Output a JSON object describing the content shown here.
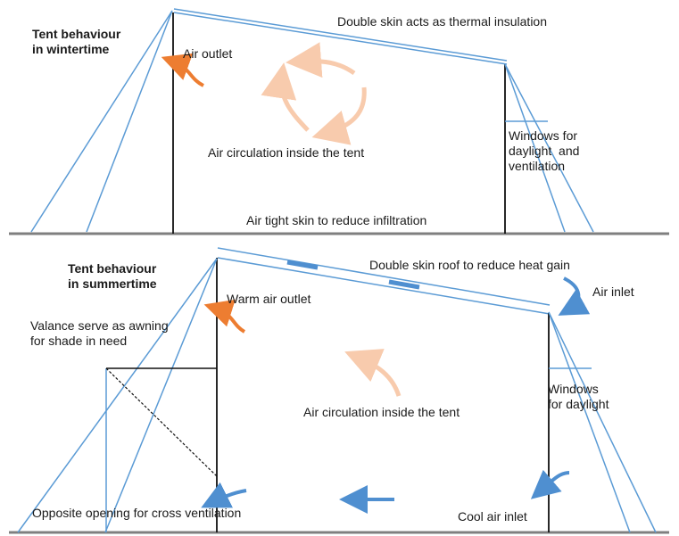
{
  "winter": {
    "title": "Tent behaviour\nin wintertime",
    "double_skin": "Double skin acts as thermal insulation",
    "air_outlet": "Air outlet",
    "air_circulation": "Air circulation inside the tent",
    "windows": "Windows for\ndaylight  and\nventilation",
    "air_tight": "Air tight skin to reduce infiltration"
  },
  "summer": {
    "title": "Tent behaviour\nin summertime",
    "double_skin_roof": "Double skin roof to reduce heat gain",
    "air_inlet": "Air inlet",
    "warm_air_outlet": "Warm air outlet",
    "valance": "Valance serve as awning\nfor shade in need",
    "air_circulation": "Air circulation inside the tent",
    "windows": "Windows\nfor daylight",
    "cross_ventilation": "Opposite opening for cross ventilation",
    "cool_air_inlet": "Cool air inlet"
  },
  "colors": {
    "skin_blue": "#5b9bd5",
    "line_black": "#111111",
    "ground_gray": "#7f7f7f",
    "warm_orange": "#ed7d31",
    "light_orange": "#f8cbad",
    "cool_blue": "#4f8fd0"
  }
}
